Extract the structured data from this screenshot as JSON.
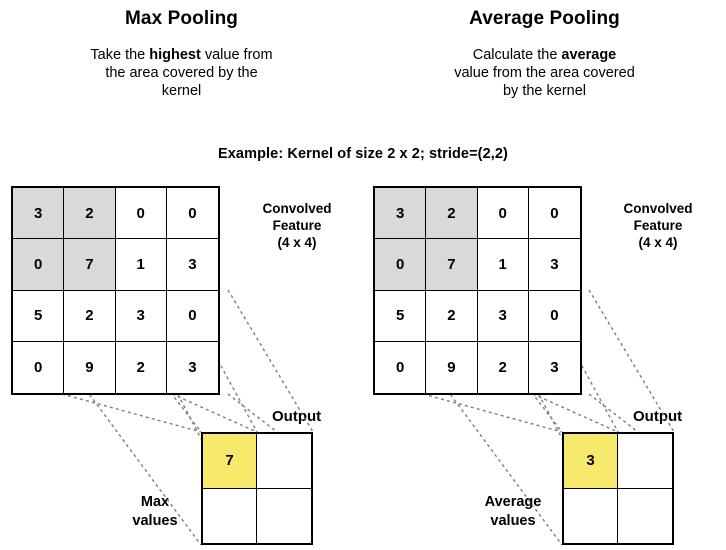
{
  "example_line": "Example:  Kernel of size 2 x 2;  stride=(2,2)",
  "panels": [
    {
      "id": "max-pooling",
      "heading": "Max Pooling",
      "description_parts": [
        "Take the ",
        "highest",
        " value from the area covered by the kernel"
      ],
      "description_line1_a": "Take the ",
      "description_line1_b": "highest",
      "description_line1_c": " value from",
      "description_line2": "the area covered by the",
      "description_line3": "kernel",
      "matrix_label_line1": "Convolved",
      "matrix_label_line2": "Feature",
      "matrix_label_line3": "(4 x 4)",
      "matrix": [
        [
          "3",
          "2",
          "0",
          "0"
        ],
        [
          "0",
          "7",
          "1",
          "3"
        ],
        [
          "5",
          "2",
          "3",
          "0"
        ],
        [
          "0",
          "9",
          "2",
          "3"
        ]
      ],
      "shaded_cells": [
        [
          0,
          0
        ],
        [
          0,
          1
        ],
        [
          1,
          0
        ],
        [
          1,
          1
        ]
      ],
      "output_label": "Output",
      "output": [
        [
          "7",
          ""
        ],
        [
          "",
          ""
        ]
      ],
      "output_highlight": [
        [
          0,
          0
        ]
      ],
      "values_label_line1": "Max",
      "values_label_line2": "values"
    },
    {
      "id": "average-pooling",
      "heading": "Average Pooling",
      "description_line1_a": "Calculate the ",
      "description_line1_b": "average",
      "description_line1_c": "",
      "description_line2": "value from the area covered",
      "description_line3": "by the kernel",
      "matrix_label_line1": "Convolved",
      "matrix_label_line2": "Feature",
      "matrix_label_line3": "(4 x 4)",
      "matrix": [
        [
          "3",
          "2",
          "0",
          "0"
        ],
        [
          "0",
          "7",
          "1",
          "3"
        ],
        [
          "5",
          "2",
          "3",
          "0"
        ],
        [
          "0",
          "9",
          "2",
          "3"
        ]
      ],
      "shaded_cells": [
        [
          0,
          0
        ],
        [
          0,
          1
        ],
        [
          1,
          0
        ],
        [
          1,
          1
        ]
      ],
      "output_label": "Output",
      "output": [
        [
          "3",
          ""
        ],
        [
          "",
          ""
        ]
      ],
      "output_highlight": [
        [
          0,
          0
        ]
      ],
      "values_label_line1": "Average",
      "values_label_line2": "values"
    }
  ],
  "colors": {
    "highlight": "#f7e96b",
    "shade": "#d9d9d9",
    "stroke": "#000000",
    "leader": "#7d7d7d",
    "background": "#ffffff"
  }
}
